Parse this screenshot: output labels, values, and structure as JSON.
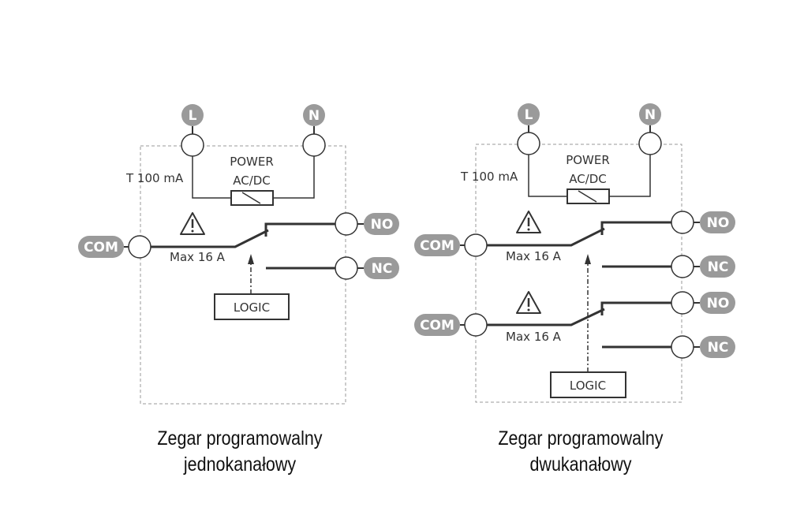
{
  "colors": {
    "terminal_tag": "#9a9a9a",
    "wire": "#333333",
    "boundary": "#999999"
  },
  "diagrams": [
    {
      "id": "single-channel",
      "terminals": {
        "live": "L",
        "neutral": "N"
      },
      "fuse_label": "T 100 mA",
      "power_label_line1": "POWER",
      "power_label_line2": "AC/DC",
      "logic_label": "LOGIC",
      "channels": [
        {
          "com": "COM",
          "no": "NO",
          "nc": "NC",
          "max_current": "Max 16 A",
          "warning_icon": "warning-triangle"
        }
      ],
      "caption_line1": "Zegar programowalny",
      "caption_line2": "jednokanałowy"
    },
    {
      "id": "dual-channel",
      "terminals": {
        "live": "L",
        "neutral": "N"
      },
      "fuse_label": "T 100 mA",
      "power_label_line1": "POWER",
      "power_label_line2": "AC/DC",
      "logic_label": "LOGIC",
      "channels": [
        {
          "com": "COM",
          "no": "NO",
          "nc": "NC",
          "max_current": "Max 16 A",
          "warning_icon": "warning-triangle"
        },
        {
          "com": "COM",
          "no": "NO",
          "nc": "NC",
          "max_current": "Max 16 A",
          "warning_icon": "warning-triangle"
        }
      ],
      "caption_line1": "Zegar programowalny",
      "caption_line2": "dwukanałowy"
    }
  ]
}
